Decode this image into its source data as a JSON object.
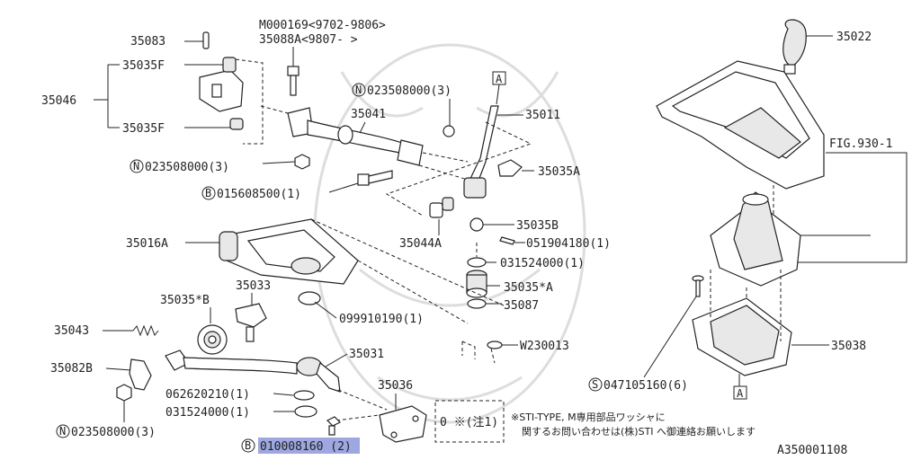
{
  "labels": {
    "p35083": "35083",
    "p35035F_top": "35035F",
    "p35046": "35046",
    "p35035F_bot": "35035F",
    "m000169": "M000169<9702-9806>",
    "p35088A": "35088A<9807-      >",
    "n023508000_top": "023508000(3)",
    "p35041": "35041",
    "p35011": "35011",
    "n023508000_left": "023508000(3)",
    "b015608500": "015608500(1)",
    "p35035A": "35035A",
    "p35035B": "35035B",
    "p35044A": "35044A",
    "p051904180": "051904180(1)",
    "p031524000_right": "031524000(1)",
    "p35016A": "35016A",
    "p35033": "35033",
    "p35035starB": "35035*B",
    "p35035starA": "35035*A",
    "p099910190": "099910190(1)",
    "p35087": "35087",
    "p35043": "35043",
    "w230013": "W230013",
    "p35082B": "35082B",
    "p35031": "35031",
    "p35036": "35036",
    "p062620210": "062620210(1)",
    "p031524000_left": "031524000(1)",
    "n023508000_bot": "023508000(3)",
    "b010008160": "010008160 (2)",
    "note_mark": "0 ※(注1)",
    "note_line1": "※STI-TYPE, M専用部品ワッシャに",
    "note_line2": "関するお問い合わせは(株)STI へ御連絡お願いします",
    "p35022": "35022",
    "fig930": "FIG.930-1",
    "p35038": "35038",
    "s047105160": "047105160(6)",
    "ref_a": "A",
    "diagram_id": "A350001108"
  },
  "circled": {
    "N": "N",
    "B": "B",
    "S": "S"
  },
  "colors": {
    "highlight": "#9ea7e0"
  }
}
